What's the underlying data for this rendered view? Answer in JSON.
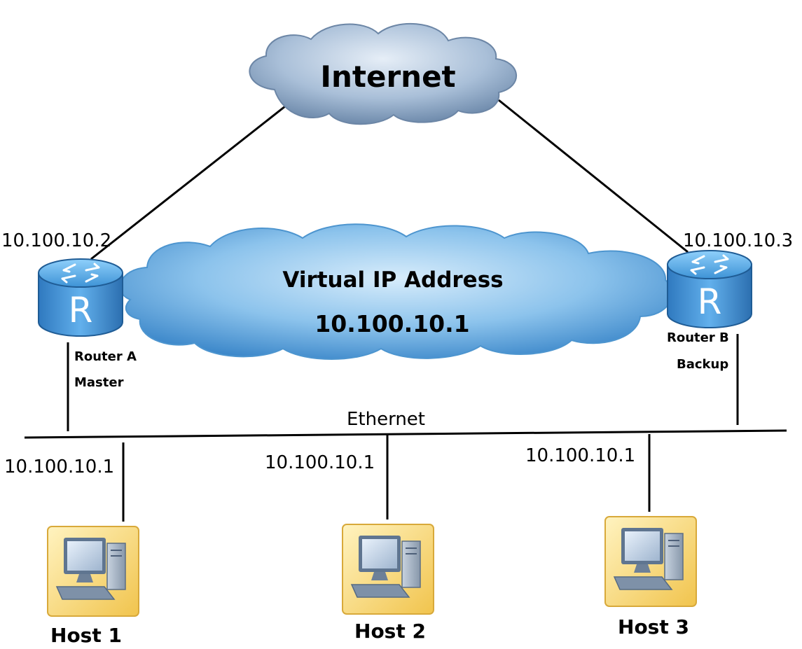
{
  "internet": {
    "label": "Internet"
  },
  "virtual_ip": {
    "title": "Virtual IP Address",
    "address": "10.100.10.1"
  },
  "router_a": {
    "ip": "10.100.10.2",
    "name": "Router A",
    "role": "Master",
    "glyph": "R",
    "icon": "router-icon"
  },
  "router_b": {
    "ip": "10.100.10.3",
    "name": "Router B",
    "role": "Backup",
    "glyph": "R",
    "icon": "router-icon"
  },
  "ethernet": {
    "label": "Ethernet"
  },
  "hosts": [
    {
      "name": "Host 1",
      "gateway": "10.100.10.1",
      "icon": "computer-icon"
    },
    {
      "name": "Host 2",
      "gateway": "10.100.10.1",
      "icon": "computer-icon"
    },
    {
      "name": "Host 3",
      "gateway": "10.100.10.1",
      "icon": "computer-icon"
    }
  ],
  "colors": {
    "cloud_light": "#c9d8ea",
    "cloud_dark": "#7f99b8",
    "vip_cloud_light": "#bfe0f7",
    "vip_cloud_dark": "#3f8fd0",
    "router_body": "#3b8ed6",
    "host_tile": "#f6d56b"
  }
}
